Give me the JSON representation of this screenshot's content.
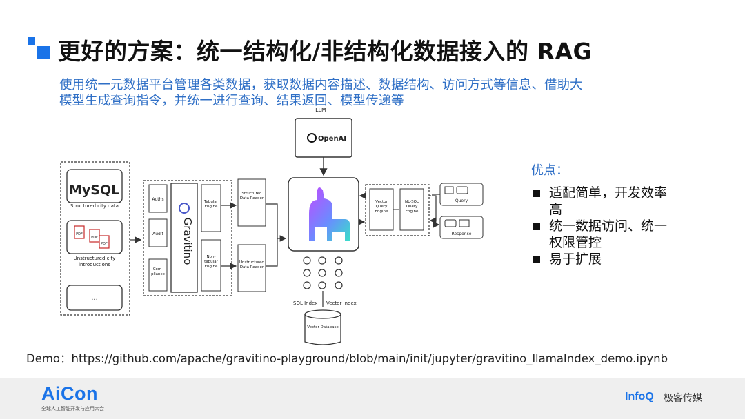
{
  "slide": {
    "title": "更好的方案：统一结构化/非结构化数据接入的 RAG",
    "subtitle": "使用统一元数据平台管理各类数据，获取数据内容描述、数据结构、访问方式等信息、借助大模型生成查询指令，并统一进行查询、结果返回、模型传递等",
    "advantages": {
      "heading": "优点：",
      "items": [
        "适配简单，开发效率高",
        "统一数据访问、统一权限管控",
        "易于扩展"
      ]
    },
    "demo": "Demo：https://github.com/apache/gravitino-playground/blob/main/init/jupyter/gravitino_llamaIndex_demo.ipynb"
  },
  "diagram": {
    "llm_label": "LLM",
    "openai_label": "OpenAI",
    "mysql_label": "MySQL",
    "structured_source": "Structured city data",
    "unstructured_source": "Unstructured city introductions",
    "more_sources": "...",
    "pdf_label": "PDF",
    "auth_label": "Auths",
    "audit_label": "Audit",
    "compliance_label": "Com-pliance",
    "gravitino_label": "Gravitino",
    "tabular_engine": "Tabular Engine",
    "non_tabular_engine": "Non-tabular Engine",
    "structured_reader": "Structured Data Reader",
    "unstructured_reader": "Unstructured Data Reader",
    "vector_query_engine": "Vector Query Engine",
    "nl_sql_engine": "NL-SQL Query Engine",
    "query_label": "Query",
    "response_label": "Response",
    "sql_index": "SQL Index",
    "vector_index": "Vector Index",
    "vector_db": "Vector Database"
  },
  "footer": {
    "brand": "AiCon",
    "brand_sub": "全球人工智能开发与应用大会",
    "partner": "InfoQ",
    "partner_cn": "极客传媒"
  },
  "colors": {
    "accent": "#1a73e8",
    "subtitle": "#2f6fc6"
  }
}
